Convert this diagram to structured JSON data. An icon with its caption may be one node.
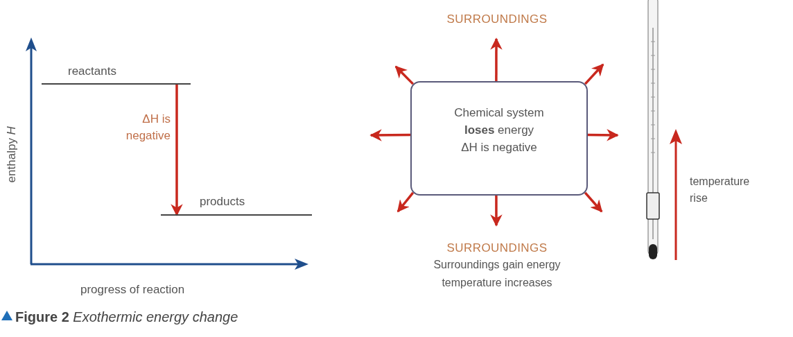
{
  "diagram": {
    "caption": "**Figure 2** *Exothermic energy change*",
    "nodes": [
      {
        "text": [
          "reactants"
        ]
      },
      {
        "text": [
          "products"
        ]
      },
      {
        "text": [
          "Chemical system",
          "**loses** energy",
          "ΔH is negative"
        ]
      }
    ],
    "edges": [
      {
        "from": 0,
        "to": 1,
        "arrow": "to",
        "label": "ΔH is negative"
      },
      {
        "from": 2,
        "to": null,
        "arrow": "to"
      },
      {
        "from": 2,
        "to": null,
        "arrow": "to"
      },
      {
        "from": 2,
        "to": null,
        "arrow": "to"
      },
      {
        "from": 2,
        "to": null,
        "arrow": "to"
      },
      {
        "from": 2,
        "to": null,
        "arrow": "to"
      },
      {
        "from": 2,
        "to": null,
        "arrow": "to"
      },
      {
        "from": 2,
        "to": null,
        "arrow": "to"
      },
      {
        "from": 2,
        "to": null,
        "arrow": "to"
      }
    ],
    "labels": [
      "enthalpy *H*",
      "progress of reaction",
      "SURROUNDINGS",
      "SURROUNDINGS",
      "Surroundings gain energy temperature increases",
      "temperature rise"
    ]
  }
}
